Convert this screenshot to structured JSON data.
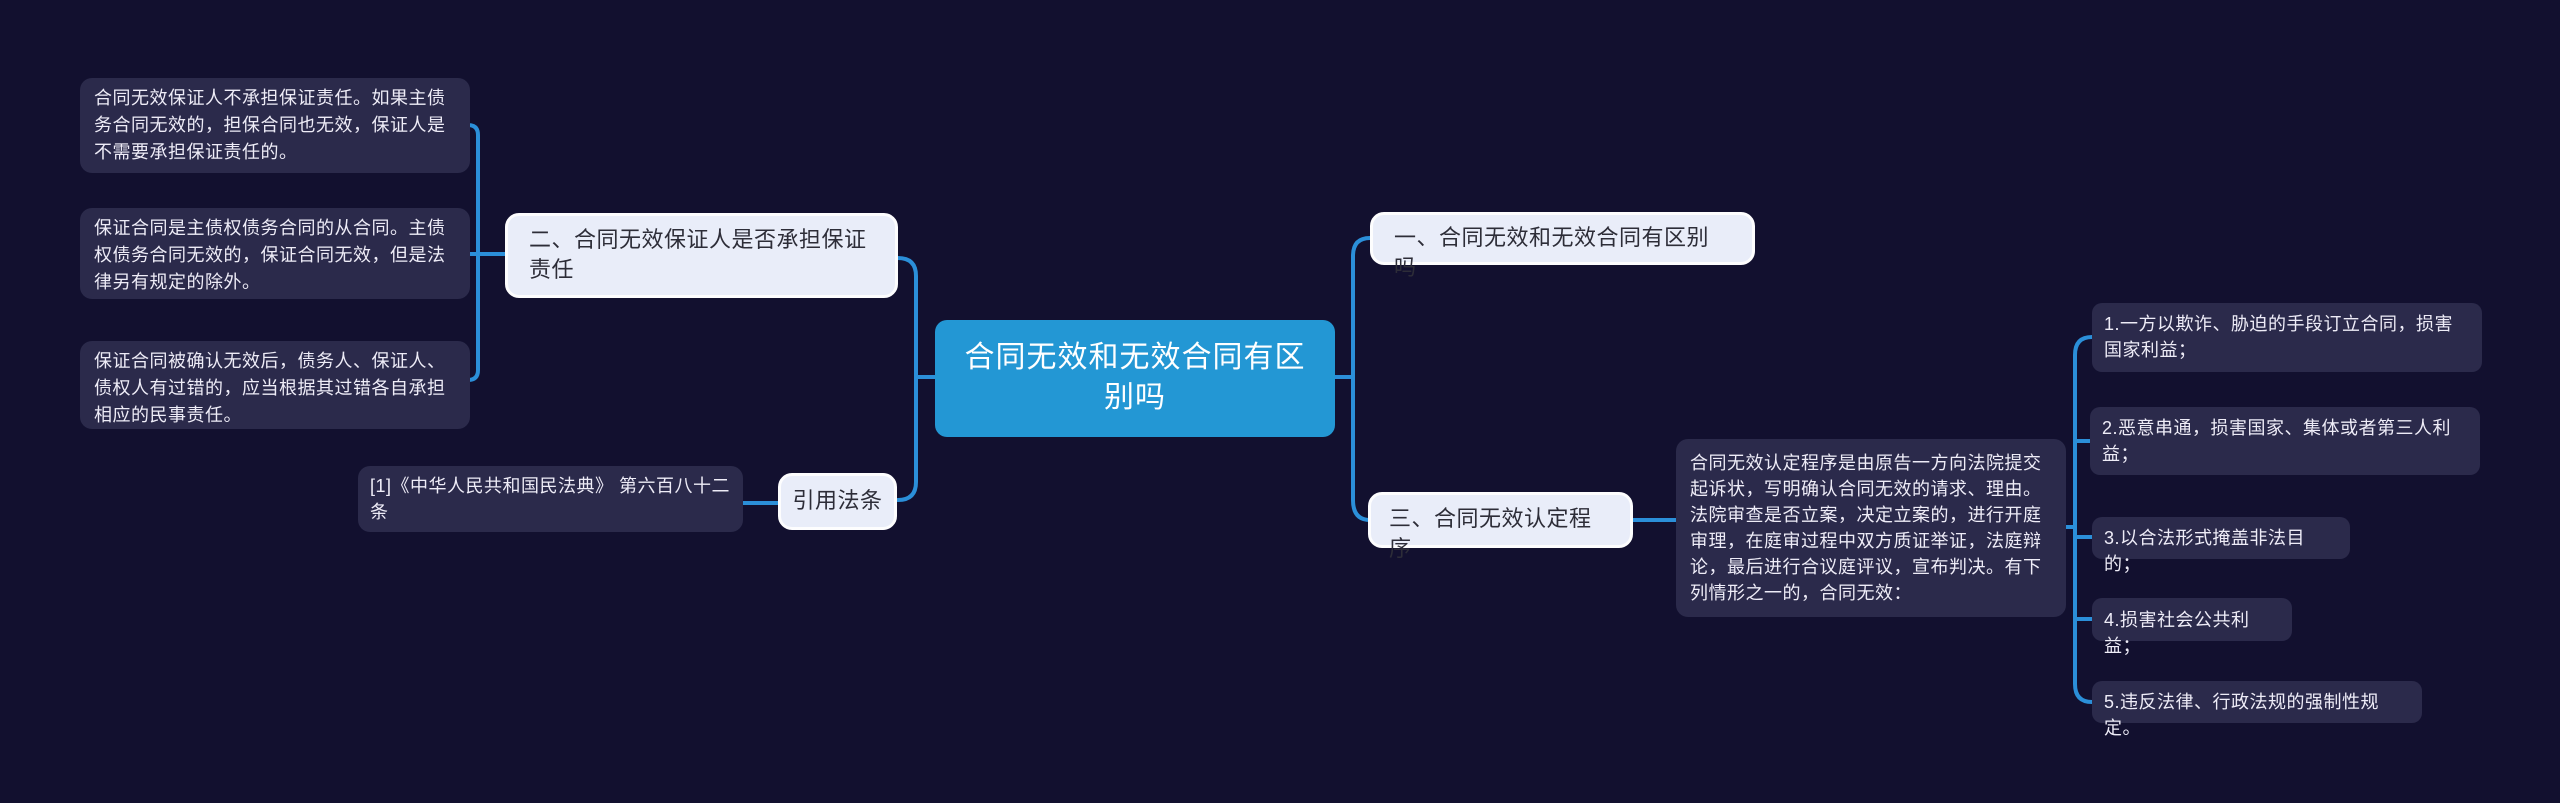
{
  "canvas": {
    "background": "#12102f",
    "connector_color": "#2B8FD9",
    "note_bg": "#2B2A4B",
    "node_bg": "#E9EDF9",
    "root_bg": "#2397D4"
  },
  "root": {
    "label": "合同无效和无效合同有区别吗"
  },
  "branch1": {
    "label": "一、合同无效和无效合同有区别吗"
  },
  "branch2": {
    "label": "二、合同无效保证人是否承担保证责任",
    "notes": [
      "合同无效保证人不承担保证责任。如果主债务合同无效的，担保合同也无效，保证人是不需要承担保证责任的。",
      "保证合同是主债权债务合同的从合同。主债权债务合同无效的，保证合同无效，但是法律另有规定的除外。",
      "保证合同被确认无效后，债务人、保证人、债权人有过错的，应当根据其过错各自承担相应的民事责任。"
    ]
  },
  "branch3": {
    "label": "三、合同无效认定程序",
    "description": "合同无效认定程序是由原告一方向法院提交起诉状，写明确认合同无效的请求、理由。法院审查是否立案，决定立案的，进行开庭审理，在庭审过程中双方质证举证，法庭辩论，最后进行合议庭评议，宣布判决。有下列情形之一的，合同无效：",
    "items": [
      "1.一方以欺诈、胁迫的手段订立合同，损害国家利益；",
      "2.恶意串通，损害国家、集体或者第三人利益；",
      "3.以合法形式掩盖非法目的；",
      "4.损害社会公共利益；",
      "5.违反法律、行政法规的强制性规定。"
    ]
  },
  "citation": {
    "node_label": "引用法条",
    "reference": "[1]《中华人民共和国民法典》 第六百八十二条"
  }
}
